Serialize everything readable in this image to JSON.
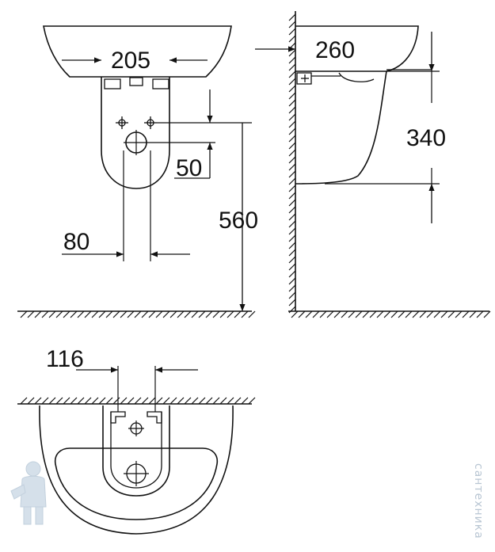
{
  "dimensions": {
    "basin_width": "205",
    "basin_depth": "260",
    "pedestal_height": "340",
    "outlet_height": "560",
    "outlet_offset": "50",
    "pipe_spacing": "80",
    "fixing_spacing": "116"
  },
  "watermark": {
    "text": "сантехника"
  },
  "colors": {
    "line": "#111111",
    "hatch": "#333333",
    "watermark": "#b9c6d3"
  }
}
